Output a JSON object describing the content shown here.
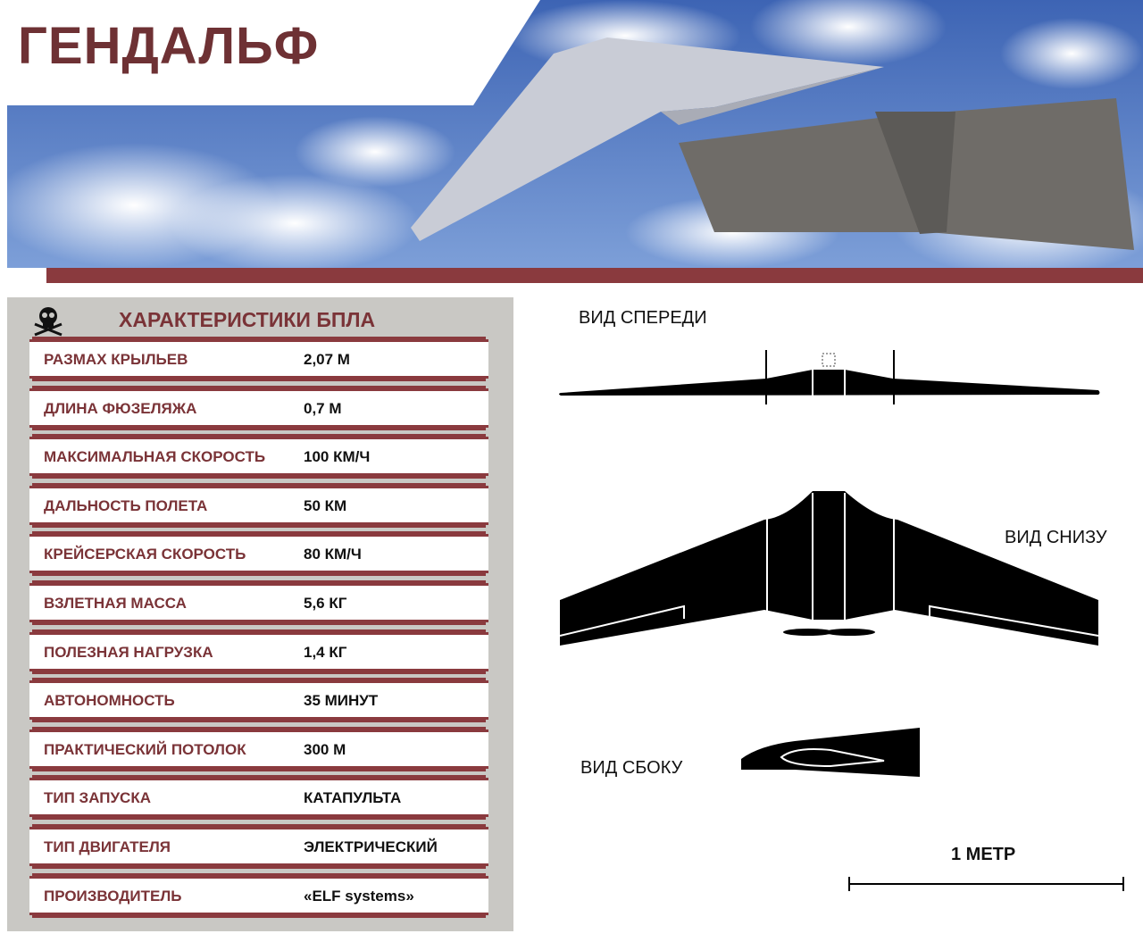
{
  "title": "ГЕНДАЛЬФ",
  "specs": {
    "heading": "ХАРАКТЕРИСТИКИ БПЛА",
    "rows": [
      {
        "label": "РАЗМАХ КРЫЛЬЕВ",
        "value": "2,07 М"
      },
      {
        "label": "ДЛИНА ФЮЗЕЛЯЖА",
        "value": "0,7 М"
      },
      {
        "label": "МАКСИМАЛЬНАЯ СКОРОСТЬ",
        "value": "100 КМ/Ч"
      },
      {
        "label": "ДАЛЬНОСТЬ ПОЛЕТА",
        "value": "50 КМ"
      },
      {
        "label": "КРЕЙСЕРСКАЯ СКОРОСТЬ",
        "value": "80 КМ/Ч"
      },
      {
        "label": "ВЗЛЕТНАЯ МАССА",
        "value": "5,6 КГ"
      },
      {
        "label": "ПОЛЕЗНАЯ НАГРУЗКА",
        "value": "1,4 КГ"
      },
      {
        "label": "АВТОНОМНОСТЬ",
        "value": "35 МИНУТ"
      },
      {
        "label": "ПРАКТИЧЕСКИЙ ПОТОЛОК",
        "value": "300 М"
      },
      {
        "label": "ТИП ЗАПУСКА",
        "value": "КАТАПУЛЬТА"
      },
      {
        "label": "ТИП ДВИГАТЕЛЯ",
        "value": "ЭЛЕКТРИЧЕСКИЙ"
      },
      {
        "label": "ПРОИЗВОДИТЕЛЬ",
        "value": "«ELF systems»"
      }
    ]
  },
  "views": {
    "front": "ВИД СПЕРЕДИ",
    "bottom": "ВИД СНИЗУ",
    "side": "ВИД СБОКУ",
    "scale": "1 МЕТР"
  },
  "colors": {
    "brand": "#6e3134",
    "stripe": "#8a3a3e",
    "panel": "#c9c8c4"
  }
}
